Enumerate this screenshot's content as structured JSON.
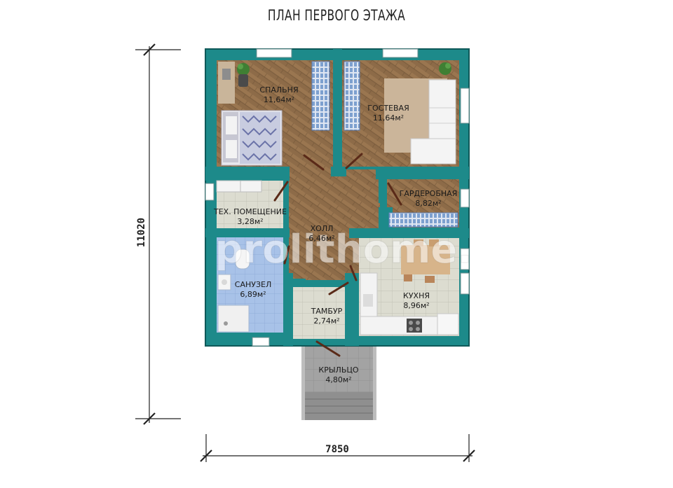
{
  "title": "ПЛАН ПЕРВОГО ЭТАЖА",
  "watermark": "prolithome.",
  "colors": {
    "wall": "#1d8a8a",
    "wall_dark": "#136b6b",
    "wood_floor": "#8a6a4a",
    "tile_floor": "#d8d8cc",
    "blue_tile": "#a9c3e6",
    "porch": "#9a9a9a"
  },
  "dimensions": {
    "height": "11020",
    "width": "7850"
  },
  "rooms": {
    "bedroom": {
      "name": "СПАЛЬНЯ",
      "area": "11,64м²"
    },
    "guest": {
      "name": "ГОСТЕВАЯ",
      "area": "11,64м²"
    },
    "wardrobe": {
      "name": "ГАРДЕРОБНАЯ",
      "area": "8,82м²"
    },
    "tech": {
      "name": "ТЕХ. ПОМЕЩЕНИЕ",
      "area": "3,28м²"
    },
    "hall": {
      "name": "ХОЛЛ",
      "area": "6,46м²"
    },
    "bathroom": {
      "name": "САНУЗЕЛ",
      "area": "6,89м²"
    },
    "vestibule": {
      "name": "ТАМБУР",
      "area": "2,74м²"
    },
    "kitchen": {
      "name": "КУХНЯ",
      "area": "8,96м²"
    },
    "porch": {
      "name": "КРЫЛЬЦО",
      "area": "4,80м²"
    }
  }
}
